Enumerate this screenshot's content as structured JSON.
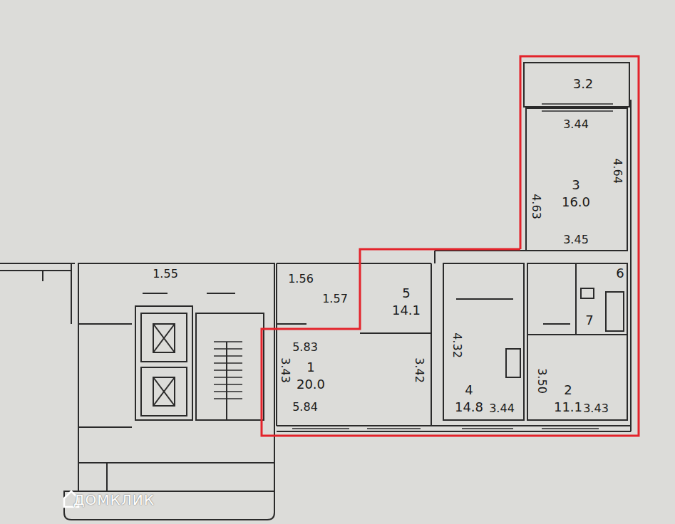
{
  "diagram": {
    "nodes": [
      {
        "text": [
          "3.2"
        ]
      },
      {
        "text": [
          "3",
          "16.0"
        ]
      },
      {
        "text": [
          "5",
          "14.1"
        ]
      },
      {
        "text": [
          "1",
          "20.0"
        ]
      },
      {
        "text": [
          "4",
          "14.8"
        ]
      },
      {
        "text": [
          "6"
        ]
      },
      {
        "text": [
          "7"
        ]
      },
      {
        "text": [
          "2",
          "11.1"
        ]
      }
    ],
    "labels": [
      "3.44",
      "4.63",
      "4.64",
      "3.45",
      "1.55",
      "1.56",
      "1.57",
      "5.83",
      "3.43",
      "3.42",
      "5.84",
      "4.32",
      "3.44",
      "3.50",
      "3.43",
      "ДОМКЛИК"
    ]
  }
}
